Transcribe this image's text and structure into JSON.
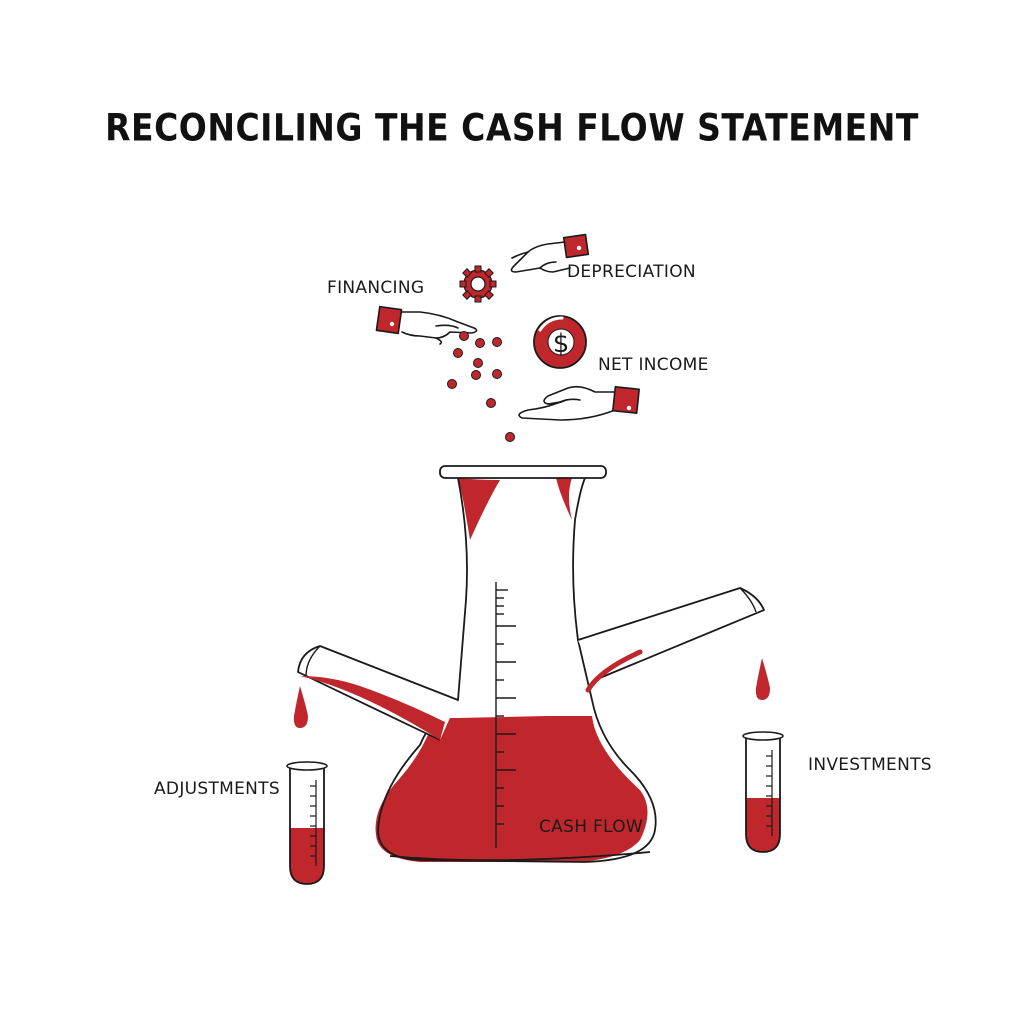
{
  "title": "RECONCILING THE CASH FLOW STATEMENT",
  "labels": {
    "financing": "FINANCING",
    "depreciation": "DEPRECIATION",
    "net_income": "NET INCOME",
    "adjustments": "ADJUSTMENTS",
    "investments": "INVESTMENTS",
    "cash_flow": "CASH FLOW"
  },
  "colors": {
    "accent": "#c0272d",
    "ink": "#1a1a1a",
    "background": "#ffffff"
  },
  "icons": {
    "coin": "dollar-coin-icon",
    "gear": "gear-icon",
    "hand": "hand-icon"
  },
  "coin_symbol": "$"
}
